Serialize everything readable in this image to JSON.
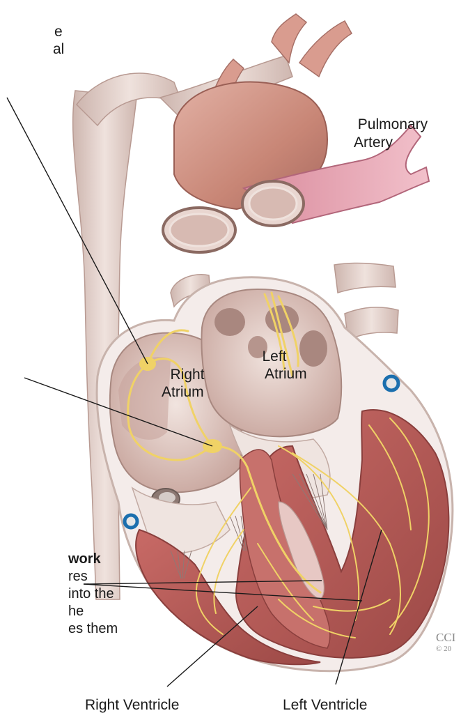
{
  "labels": {
    "cropped_top_1": "e",
    "cropped_top_2": "al",
    "pulmonary_1": "Pulmonary",
    "pulmonary_2": "Artery",
    "left_atrium_1": "Left",
    "left_atrium_2": "Atrium",
    "right_atrium_1": "Right",
    "right_atrium_2": "Atrium",
    "purkinje_title": "work",
    "purkinje_1": "res",
    "purkinje_2": "into the",
    "purkinje_3": "he",
    "purkinje_4": "es them",
    "right_ventricle": "Right Ventricle",
    "left_ventricle": "Left Ventricle",
    "watermark_1": "CCI",
    "watermark_2": "© 20"
  },
  "colors": {
    "vessel_pale": "#e8d6d0",
    "vessel_shadow": "#c8aca4",
    "aorta": "#c98a7e",
    "pulmonary": "#e9a7b4",
    "chamber": "#e4d2cc",
    "chamber_dark": "#b8948c",
    "muscle": "#b25a57",
    "conduction": "#f0d266",
    "wall": "#f4ecea"
  }
}
